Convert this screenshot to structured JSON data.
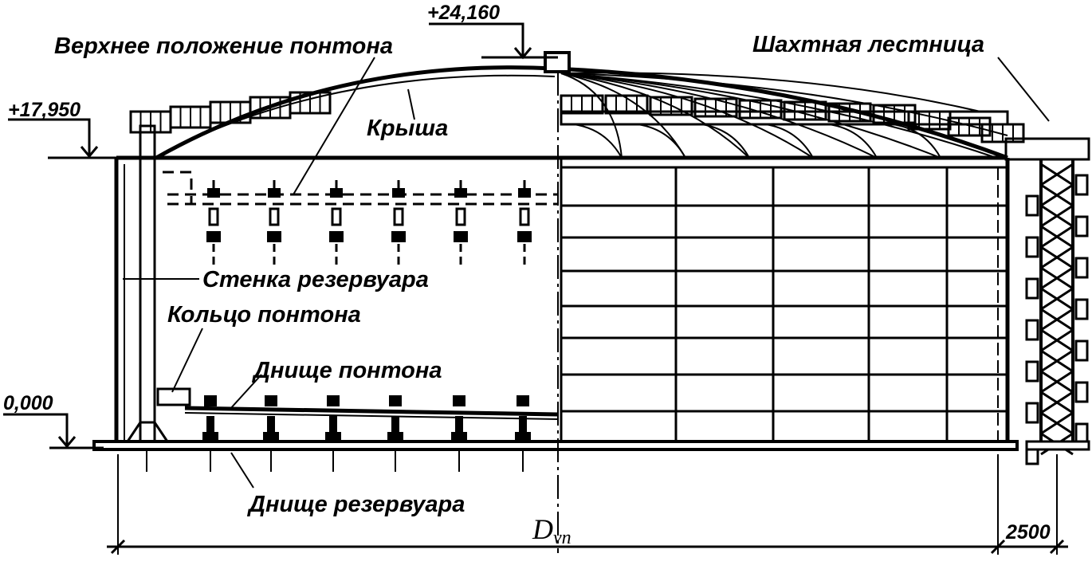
{
  "labels": {
    "top_pontoon": "Верхнее положение понтона",
    "roof": "Крыша",
    "shaft_ladder": "Шахтная лестница",
    "tank_wall": "Стенка резервуара",
    "pontoon_ring": "Кольцо понтона",
    "pontoon_bottom": "Днище понтона",
    "tank_bottom": "Днище резервуара"
  },
  "levels": {
    "roof_top": "+24,160",
    "wall_top": "+17,950",
    "ground": "0,000"
  },
  "dimensions": {
    "diameter_main": "D",
    "diameter_sub": "vn",
    "ladder_width": "2500"
  }
}
